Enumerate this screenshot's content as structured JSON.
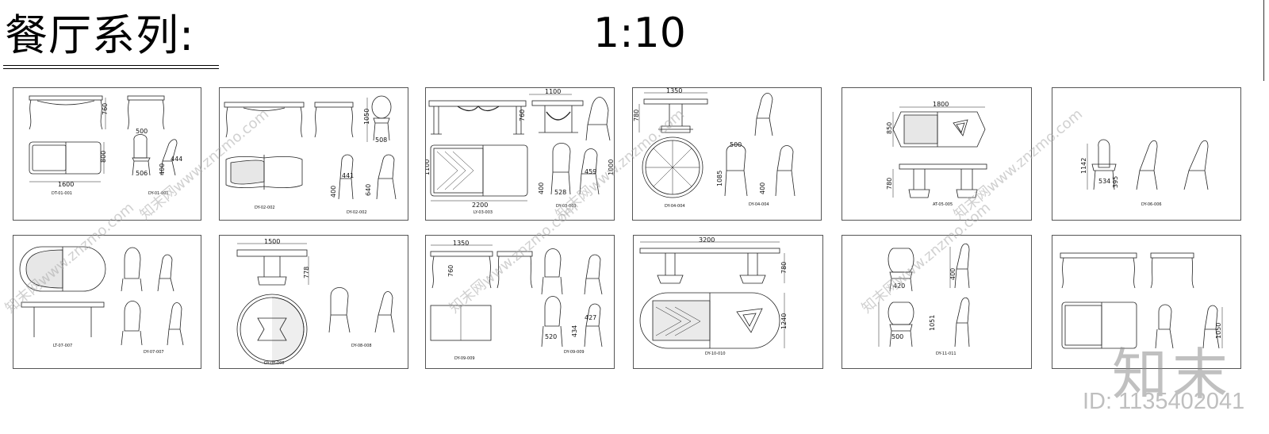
{
  "header": {
    "title": "餐厅系列:",
    "scale": "1:10"
  },
  "sheets": [
    {
      "id": "r1c1",
      "dims": [
        "760",
        "500",
        "800",
        "444",
        "400",
        "506",
        "1600"
      ],
      "code": "DT-01-001",
      "code2": "DY-01-001"
    },
    {
      "id": "r1c2",
      "dims": [
        "1050",
        "508",
        "441",
        "400",
        "640"
      ],
      "code": "DY-02-002",
      "code2": "DY-02-002"
    },
    {
      "id": "r1c3",
      "dims": [
        "1100",
        "760",
        "1100",
        "459",
        "400",
        "528",
        "2200",
        "1000"
      ],
      "code": "LY-03-003",
      "code2": "DY-03-003"
    },
    {
      "id": "r1c4",
      "dims": [
        "1350",
        "780",
        "500",
        "1085",
        "400"
      ],
      "code": "DY-04-004",
      "code2": "DY-04-004"
    },
    {
      "id": "r1c5",
      "dims": [
        "1800",
        "850",
        "780"
      ],
      "code": "AT-05-005"
    },
    {
      "id": "r1c6",
      "dims": [
        "1142",
        "534",
        "395"
      ],
      "code": "DY-06-006"
    },
    {
      "id": "r2c1",
      "dims": [],
      "code": "LT-07-007",
      "code2": "DY-07-007"
    },
    {
      "id": "r2c2",
      "dims": [
        "1500",
        "778"
      ],
      "code": "DY-08-008",
      "code2": "DY-08-008"
    },
    {
      "id": "r2c3",
      "dims": [
        "1350",
        "760",
        "427",
        "434",
        "520"
      ],
      "code": "DY-09-009",
      "code2": "DY-09-009"
    },
    {
      "id": "r2c4",
      "dims": [
        "3200",
        "780",
        "1240"
      ],
      "code": "DY-10-010"
    },
    {
      "id": "r2c5",
      "dims": [
        "420",
        "400",
        "1051",
        "500"
      ],
      "code": "DY-11-011"
    },
    {
      "id": "r2c6",
      "dims": [
        "1050"
      ],
      "code": ""
    }
  ],
  "watermarks": {
    "site": "知末网www.znzmo.com",
    "brand": "知末",
    "id_label": "ID: 1135402041"
  }
}
